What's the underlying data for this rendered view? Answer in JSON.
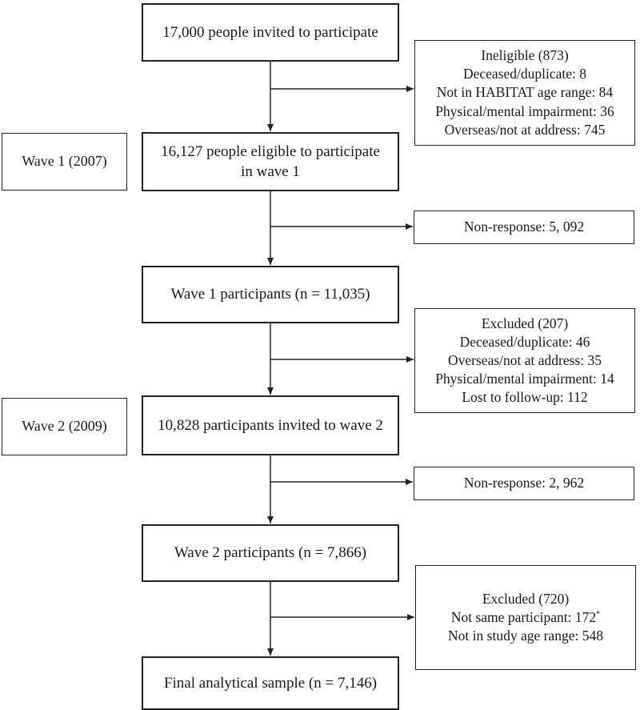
{
  "flowchart": {
    "main_boxes": {
      "invited": [
        "17,000 people invited to participate"
      ],
      "eligible": [
        "16,127 people eligible to participate",
        "in wave 1"
      ],
      "wave1": [
        "Wave 1 participants (n = 11,035)"
      ],
      "invited2": [
        "10,828 participants invited to wave 2"
      ],
      "wave2": [
        "Wave 2 participants (n = 7,866)"
      ],
      "final": [
        "Final analytical sample (n = 7,146)"
      ]
    },
    "side_boxes": {
      "ineligible": [
        "Ineligible (873)",
        "Deceased/duplicate: 8",
        "Not in HABITAT age range: 84",
        "Physical/mental impairment: 36",
        "Overseas/not at address: 745"
      ],
      "nonresponse1": [
        "Non-response: 5, 092"
      ],
      "excluded1": [
        "Excluded (207)",
        "Deceased/duplicate: 46",
        "Overseas/not at address: 35",
        "Physical/mental impairment: 14",
        "Lost to follow-up: 112"
      ],
      "nonresponse2": [
        "Non-response: 2, 962"
      ],
      "excluded2": [
        "Excluded (720)",
        "Not same participant: 172",
        "Not in study age range: 548"
      ],
      "excluded2_footnote_mark": "*"
    },
    "wave_labels": {
      "wave1": "Wave 1 (2007)",
      "wave2": "Wave 2 (2009)"
    }
  }
}
